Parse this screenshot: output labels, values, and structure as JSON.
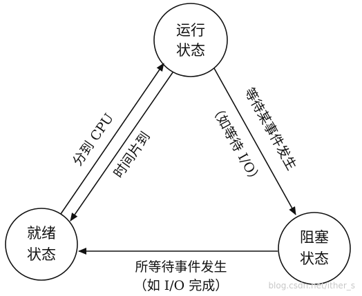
{
  "states": {
    "running": {
      "line1": "运行",
      "line2": "状态"
    },
    "ready": {
      "line1": "就绪",
      "line2": "状态"
    },
    "blocked": {
      "line1": "阻塞",
      "line2": "状态"
    }
  },
  "transitions": {
    "ready_to_running": "分到 CPU",
    "running_to_ready": "时间片到",
    "running_to_blocked": {
      "line1": "等待某事件发生",
      "line2": "（如等待 I/O）"
    },
    "blocked_to_ready": {
      "line1": "所等待事件发生",
      "line2": "（如 I/O 完成）"
    }
  },
  "watermark": "blog.csdn.net/ither_s",
  "colors": {
    "stroke": "#111111",
    "watermark": "#c8c8c8"
  }
}
